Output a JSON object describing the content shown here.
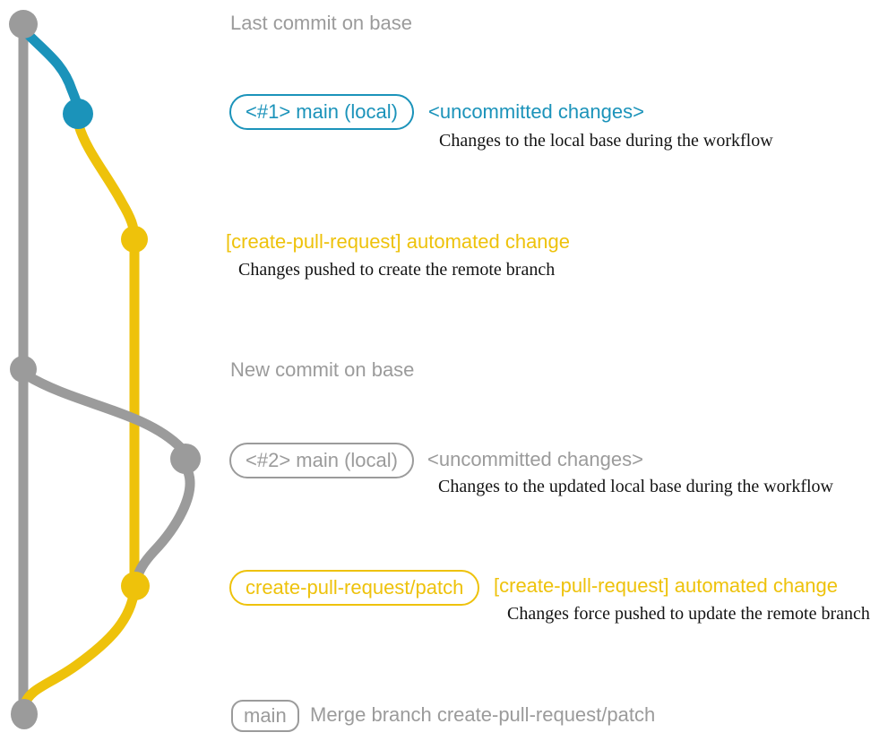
{
  "colors": {
    "gray": "#9b9b9b",
    "blue": "#1b93ba",
    "yellow": "#eec20b",
    "text": "#141414"
  },
  "captions": {
    "last_commit": "Last commit on base",
    "new_commit": "New commit on base"
  },
  "events": {
    "commit1": {
      "badge": "<#1> main (local)",
      "title": "<uncommitted changes>",
      "desc": "Changes to the local base during the workflow"
    },
    "push1": {
      "title": "[create-pull-request] automated change",
      "desc": "Changes pushed to create the remote branch"
    },
    "commit2": {
      "badge": "<#2> main (local)",
      "title": "<uncommitted changes>",
      "desc": "Changes to the updated local base during the workflow"
    },
    "push2": {
      "badge": "create-pull-request/patch",
      "title": "[create-pull-request] automated change",
      "desc": "Changes force pushed to update the remote branch"
    },
    "merge": {
      "badge": "main",
      "title": "Merge branch create-pull-request/patch"
    }
  }
}
